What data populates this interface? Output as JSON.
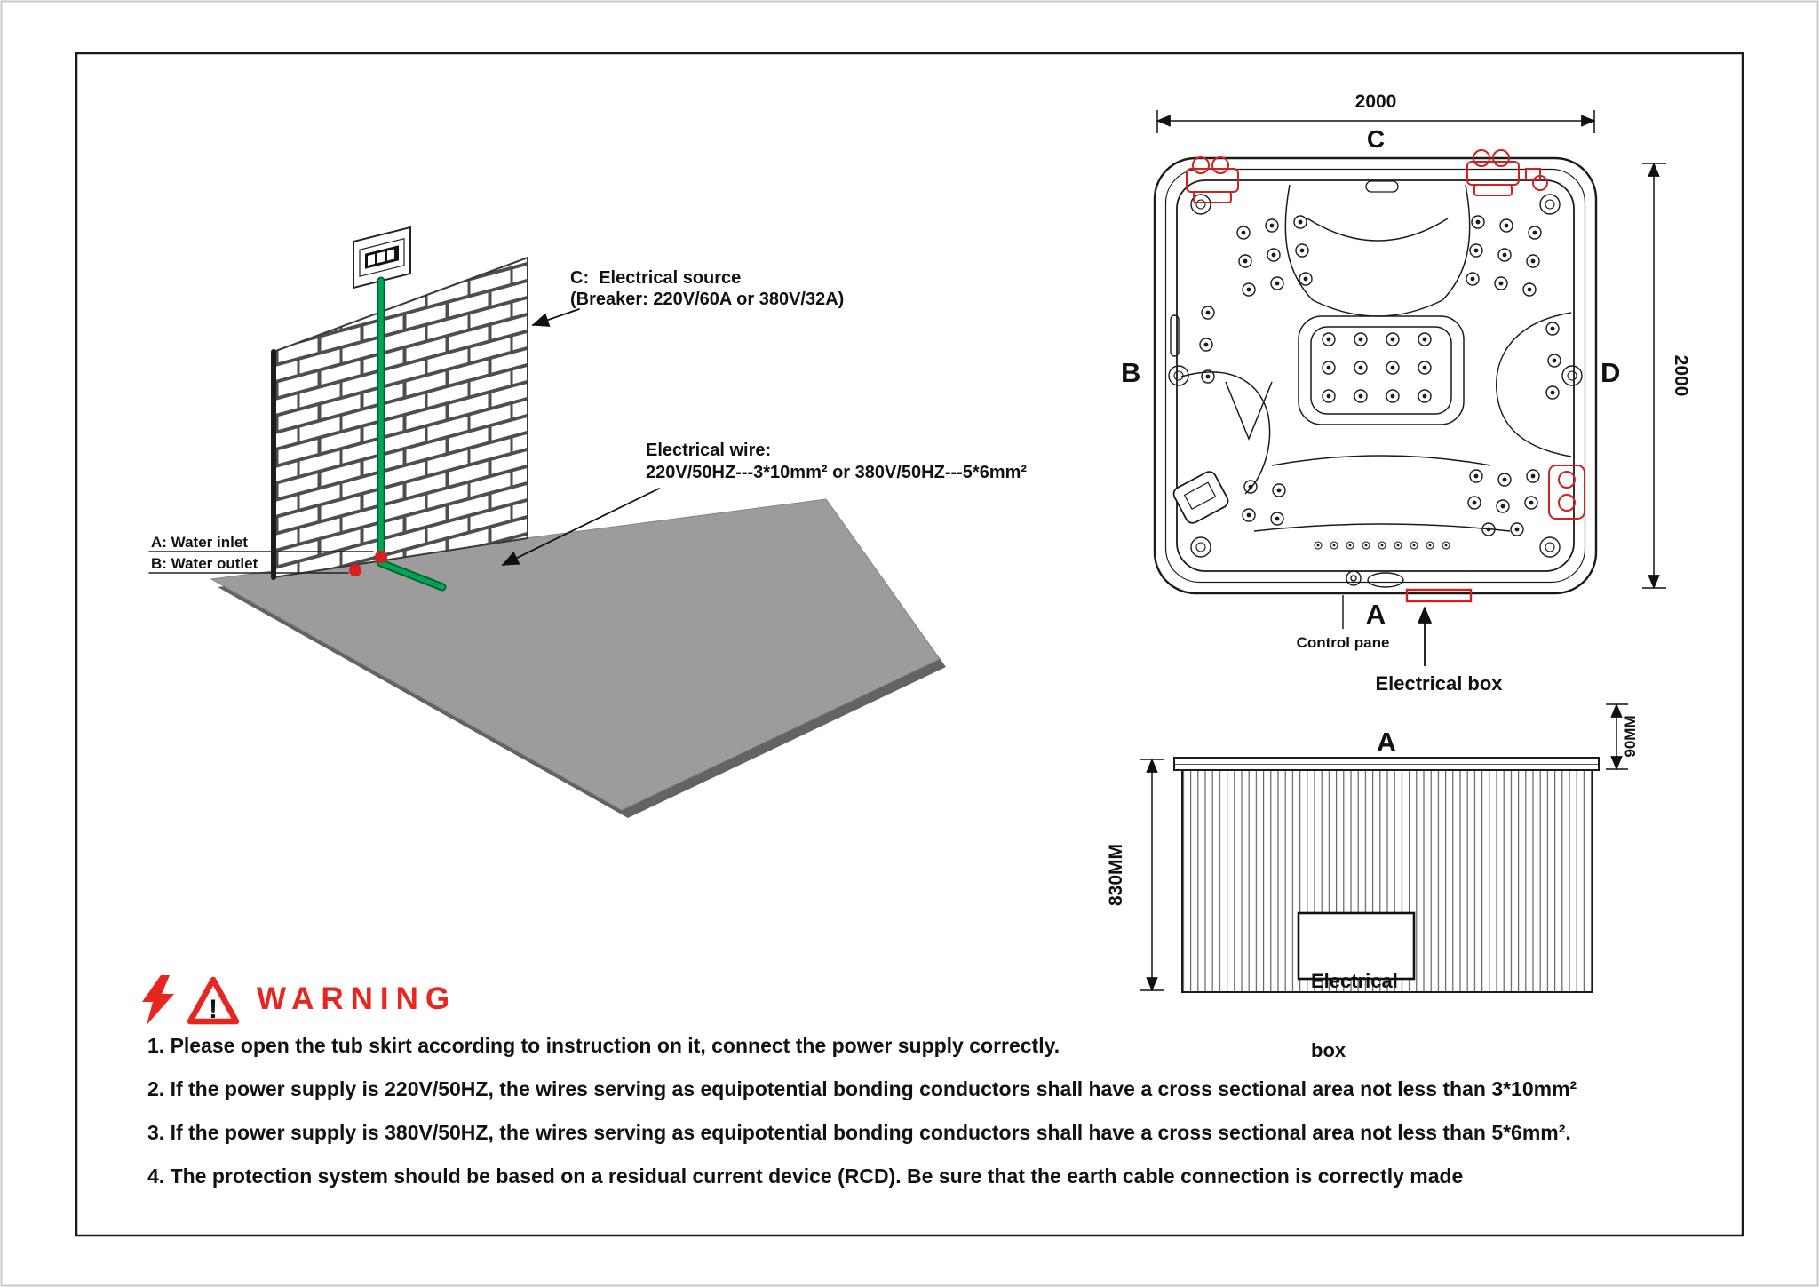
{
  "install_diagram": {
    "electrical_source_line1": "C:  Electrical source",
    "electrical_source_line2": "(Breaker: 220V/60A or 380V/32A)",
    "electrical_wire_line1": "Electrical wire:",
    "electrical_wire_line2": "220V/50HZ---3*10mm² or 380V/50HZ---5*6mm²",
    "water_inlet": "A: Water inlet",
    "water_outlet": "B: Water outlet"
  },
  "top_view": {
    "width_dim": "2000",
    "height_dim": "2000",
    "label_top": "C",
    "label_left": "B",
    "label_right": "D",
    "label_bottom": "A",
    "control_panel": "Control pane",
    "electrical_box": "Electrical box"
  },
  "side_view": {
    "title": "A",
    "height_dim": "830MM",
    "lip_dim": "90MM",
    "box_line1": "Electrical",
    "box_line2": "box"
  },
  "warning": {
    "exclamation": "!",
    "title": "WARNING",
    "items": [
      "1. Please open the tub skirt according to instruction on it, connect the power supply correctly.",
      "2. If the power supply is 220V/50HZ, the wires serving as equipotential bonding conductors shall have a cross sectional area not less than 3*10mm²",
      "3. If the power supply is 380V/50HZ, the wires serving as equipotential bonding conductors shall have a cross sectional area not less than 5*6mm².",
      "4. The protection system should be based on a residual current device (RCD). Be sure that the earth cable connection is correctly made"
    ]
  },
  "colors": {
    "warning_red": "#e8251f",
    "wire_green": "#00a651",
    "floor_gray": "#9c9c9c",
    "annotation_red": "#cc2222"
  }
}
